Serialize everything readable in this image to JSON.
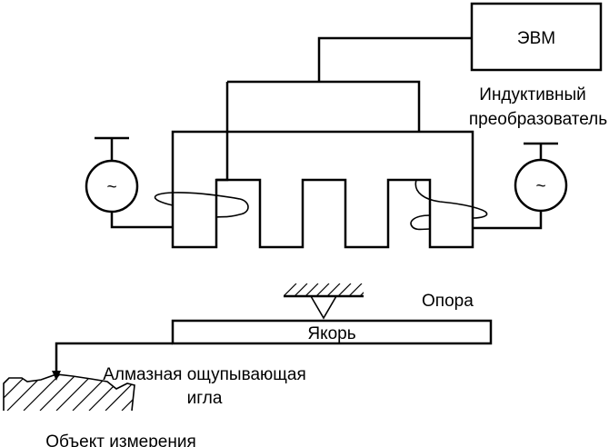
{
  "labels": {
    "computer": "ЭВМ",
    "transducer_line1": "Индуктивный",
    "transducer_line2": "преобразователь",
    "support": "Опора",
    "armature": "Якорь",
    "stylus_line1": "Алмазная ощупывающая",
    "stylus_line2": "игла",
    "object": "Объект измерения"
  },
  "symbols": {
    "ac_source_glyph": "~"
  }
}
